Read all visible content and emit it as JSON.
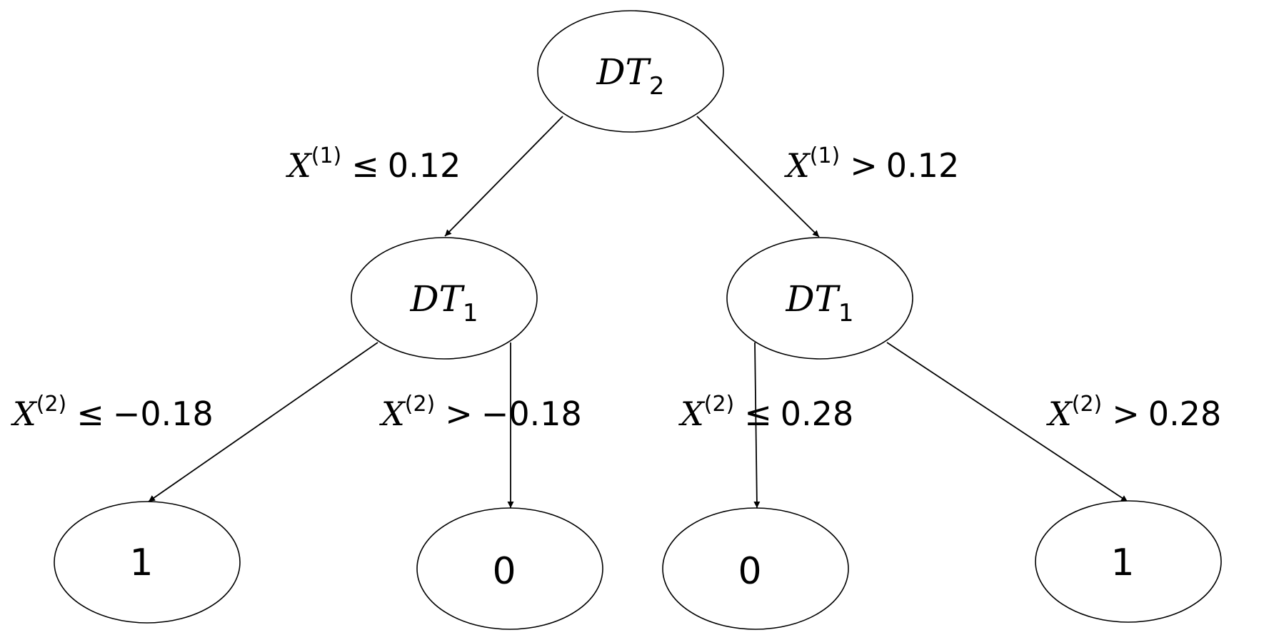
{
  "nodes": {
    "root": {
      "name": "DT",
      "sub": "2"
    },
    "left": {
      "name": "DT",
      "sub": "1"
    },
    "right": {
      "name": "DT",
      "sub": "1"
    },
    "leaf_ll": {
      "value": "1"
    },
    "leaf_lr": {
      "value": "0"
    },
    "leaf_rl": {
      "value": "0"
    },
    "leaf_rr": {
      "value": "1"
    }
  },
  "edges": {
    "root_left": {
      "var": "X",
      "sup": "(1)",
      "op": "≤",
      "threshold": "0.12"
    },
    "root_right": {
      "var": "X",
      "sup": "(1)",
      "op": ">",
      "threshold": "0.12"
    },
    "left_ll": {
      "var": "X",
      "sup": "(2)",
      "op": "≤",
      "threshold": "−0.18"
    },
    "left_lr": {
      "var": "X",
      "sup": "(2)",
      "op": ">",
      "threshold": "−0.18"
    },
    "right_rl": {
      "var": "X",
      "sup": "(2)",
      "op": "≤",
      "threshold": "0.28"
    },
    "right_rr": {
      "var": "X",
      "sup": "(2)",
      "op": ">",
      "threshold": "0.28"
    }
  }
}
